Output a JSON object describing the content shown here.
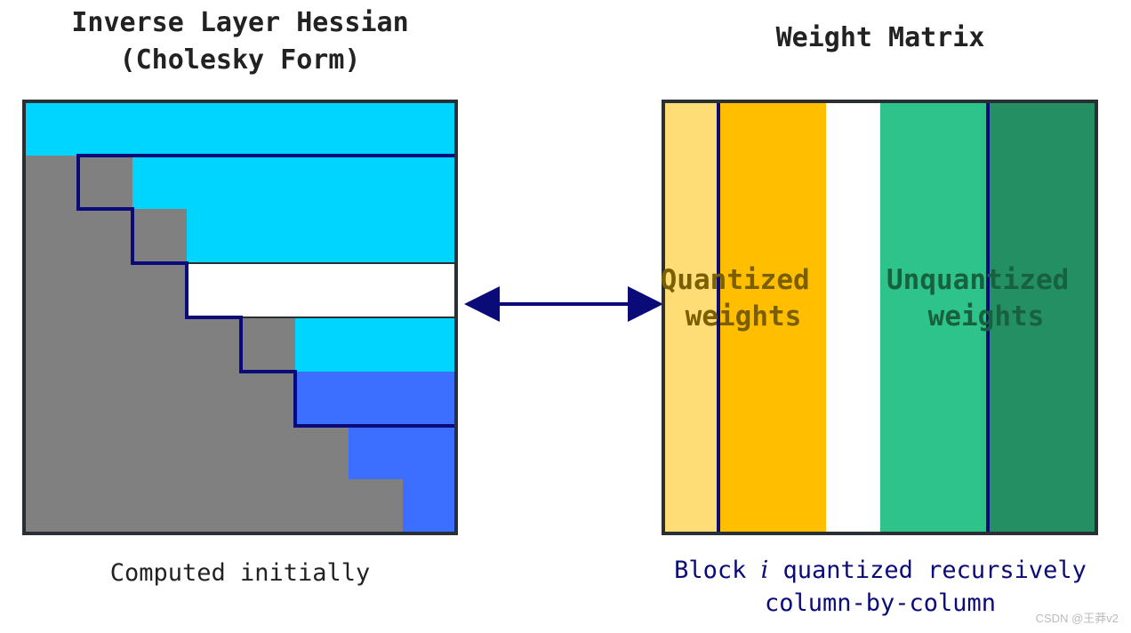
{
  "hessian": {
    "title_line1": "Inverse Layer Hessian",
    "title_line2": "(Cholesky Form)",
    "caption": "Computed initially",
    "colors": {
      "lower": "#808080",
      "upper": "#00d5ff",
      "block_rows": "#3c6fff",
      "current_row": "#ffffff",
      "frame": "#2a2f33",
      "block_outline": "#0a0a78"
    }
  },
  "weights": {
    "title": "Weight Matrix",
    "quantized_label": [
      "Quantized",
      "weights"
    ],
    "unquantized_label": [
      "Unquantized",
      "weights"
    ],
    "caption_prefix": "Block ",
    "caption_symbol": "i",
    "caption_suffix": " quantized recursively",
    "caption_line2": "column-by-column",
    "colors": {
      "quantized_light": "#ffdd76",
      "quantized": "#ffbf00",
      "current": "#ffffff",
      "unquantized_light": "#2ec38a",
      "unquantized": "#238f63",
      "quantized_text": "#7a5e00",
      "unquantized_text": "#17613f"
    }
  },
  "connector": "double-arrow",
  "watermark": "CSDN @王莽v2"
}
